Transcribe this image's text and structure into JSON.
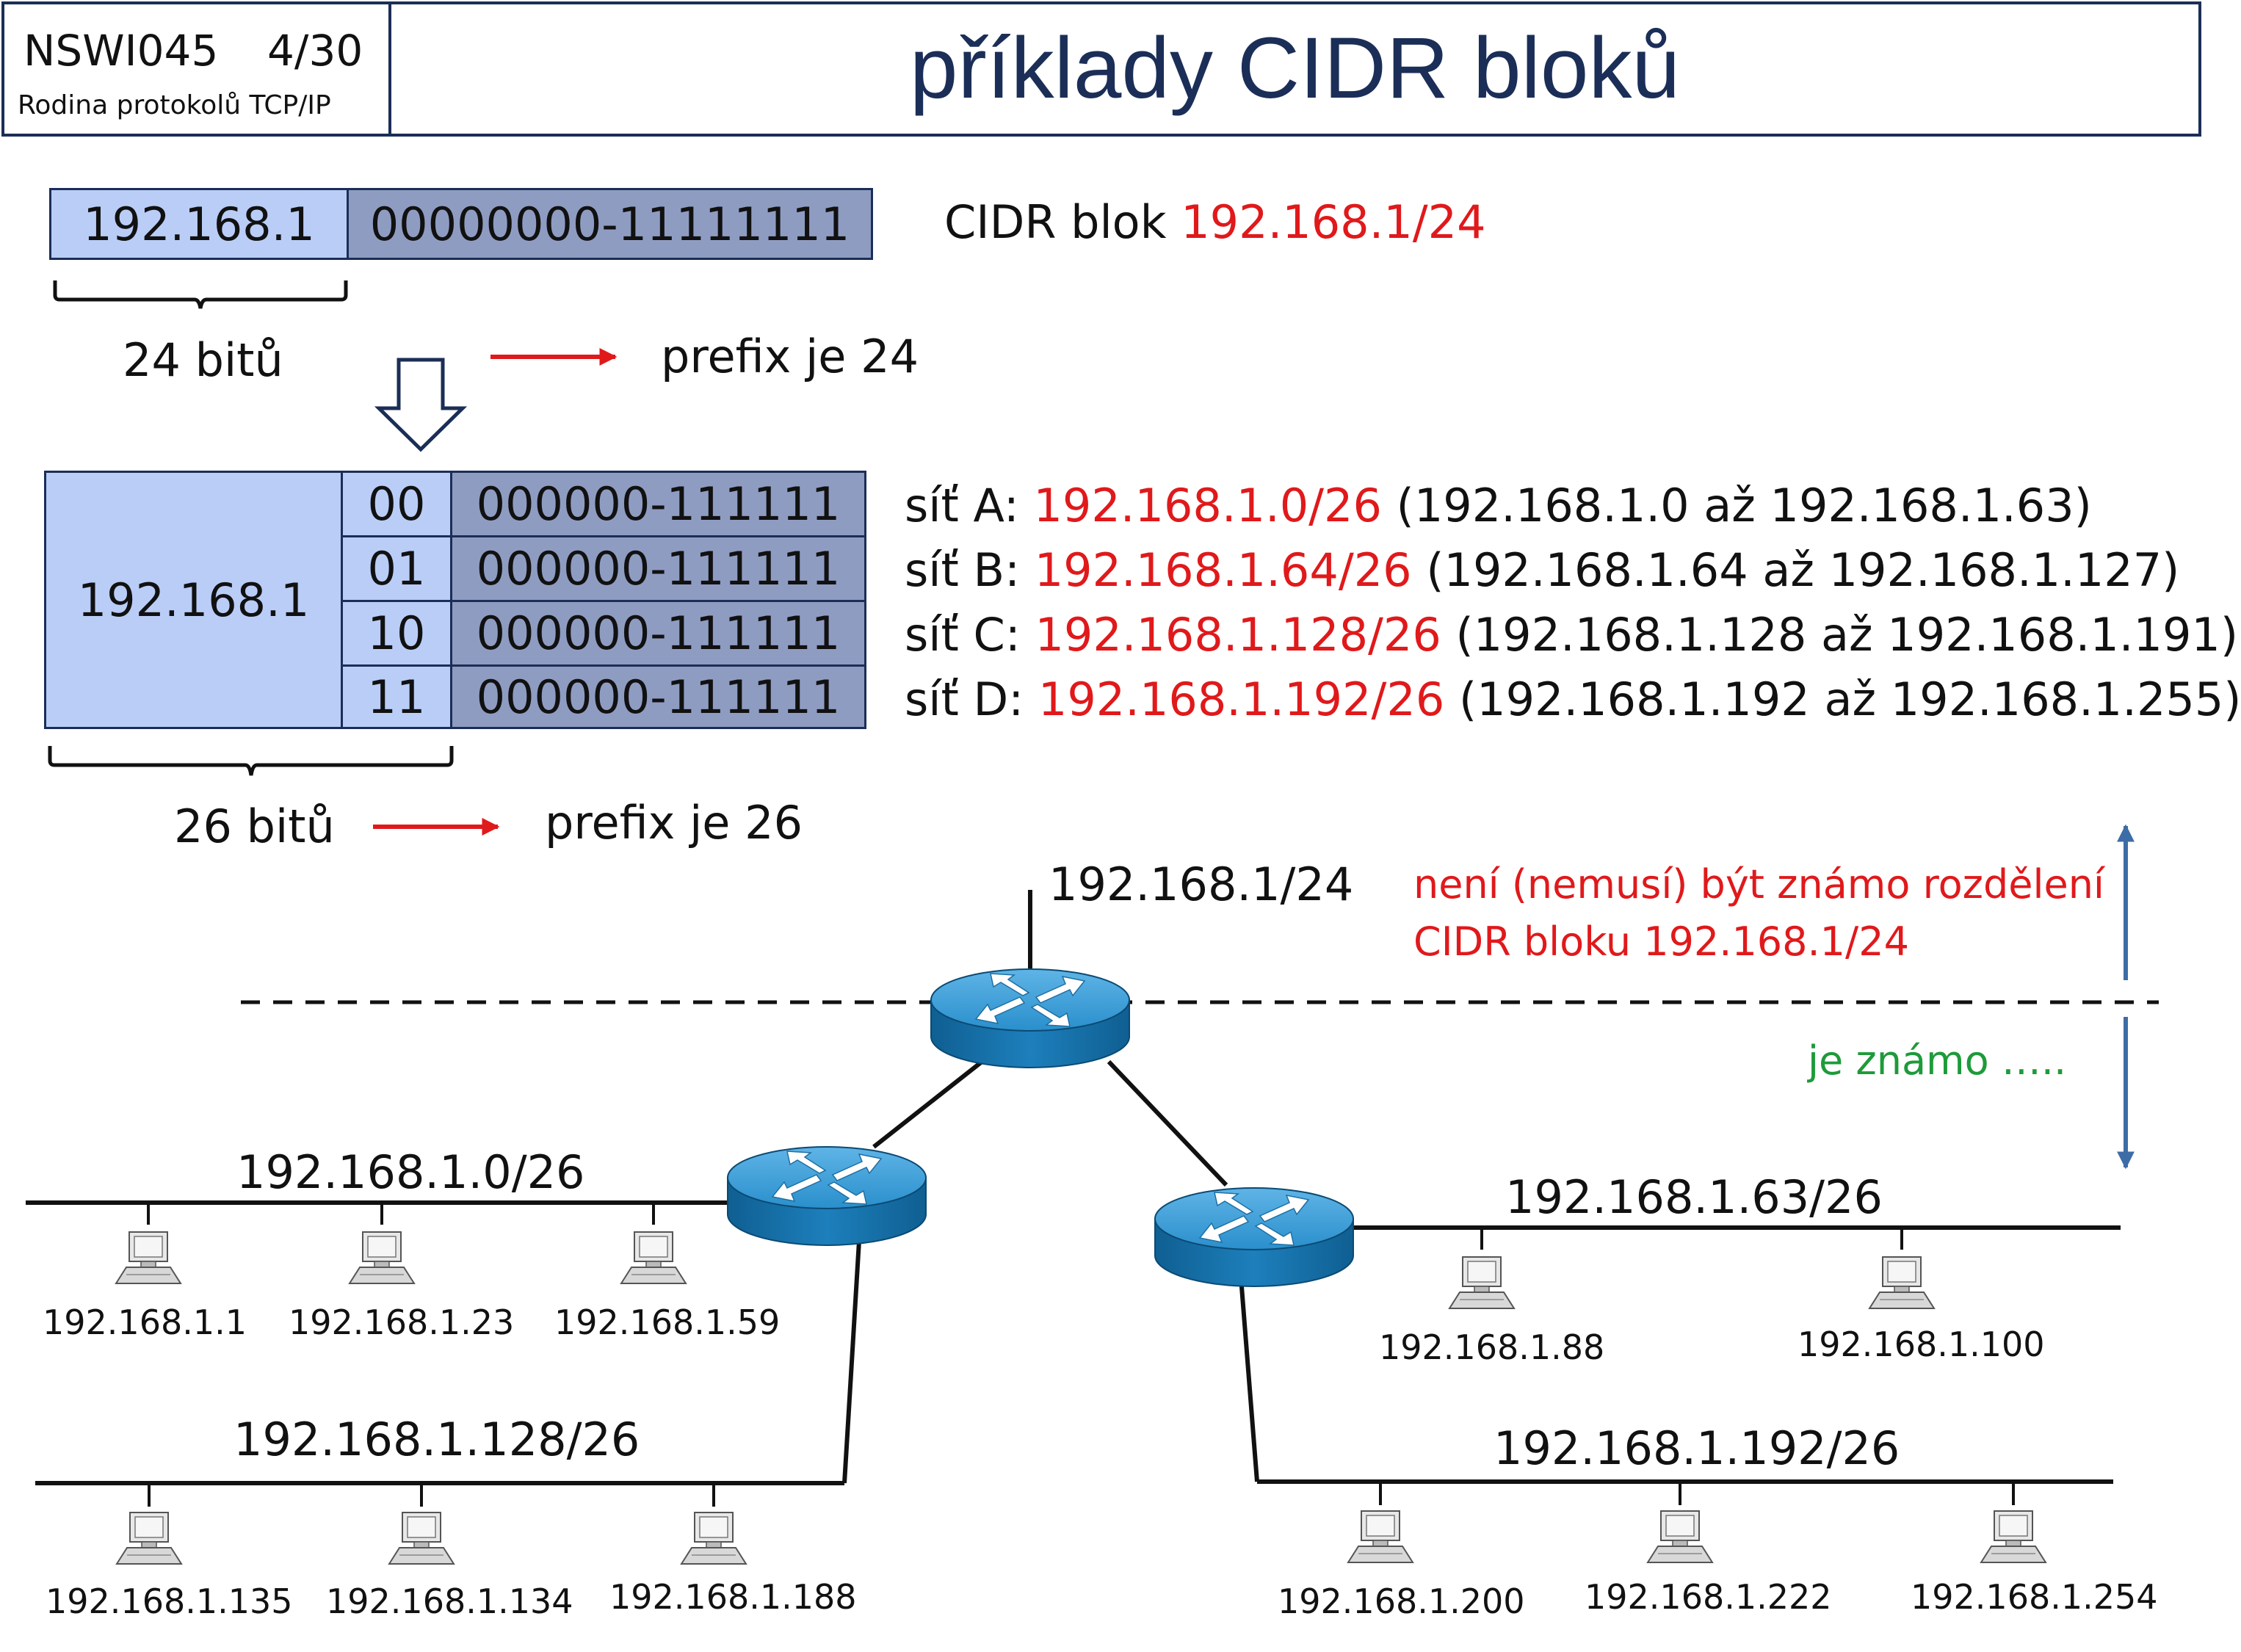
{
  "header": {
    "course": "NSWI045",
    "slide": "4/30",
    "subtitle": "Rodina protokolů TCP/IP",
    "title": "příklady CIDR bloků"
  },
  "block24": {
    "prefix_cell": "192.168.1",
    "host_cell": "00000000-11111111",
    "caption_label": "CIDR blok ",
    "caption_value": "192.168.1/24",
    "bits_label": "24 bitů",
    "prefix_text": "prefix je 24"
  },
  "block26": {
    "prefix_cell": "192.168.1",
    "rows": [
      {
        "bits": "00",
        "hosts": "000000-111111"
      },
      {
        "bits": "01",
        "hosts": "000000-111111"
      },
      {
        "bits": "10",
        "hosts": "000000-111111"
      },
      {
        "bits": "11",
        "hosts": "000000-111111"
      }
    ],
    "bits_label": "26 bitů",
    "prefix_text": "prefix je 26"
  },
  "subnets": [
    {
      "label": "síť A: ",
      "cidr": "192.168.1.0/26",
      "range": " (192.168.1.0 až 192.168.1.63)"
    },
    {
      "label": "síť B: ",
      "cidr": "192.168.1.64/26",
      "range": " (192.168.1.64 až 192.168.1.127)"
    },
    {
      "label": "síť C: ",
      "cidr": "192.168.1.128/26",
      "range": " (192.168.1.128 až 192.168.1.191)"
    },
    {
      "label": "síť D: ",
      "cidr": "192.168.1.192/26",
      "range": " (192.168.1.192 až 192.168.1.255)"
    }
  ],
  "network": {
    "uplink": "192.168.1/24",
    "unknown_note_1": "není (nemusí) být známo rozdělení",
    "unknown_note_2": "CIDR bloku 192.168.1/24",
    "known_note": "je známo …..",
    "segments": {
      "a": "192.168.1.0/26",
      "b": "192.168.1.63/26",
      "c": "192.168.1.128/26",
      "d": "192.168.1.192/26"
    },
    "hosts": {
      "a": [
        "192.168.1.1",
        "192.168.1.23",
        "192.168.1.59"
      ],
      "b": [
        "192.168.1.88",
        "192.168.1.100"
      ],
      "c": [
        "192.168.1.135",
        "192.168.1.134",
        "192.168.1.188"
      ],
      "d": [
        "192.168.1.200",
        "192.168.1.222",
        "192.168.1.254"
      ]
    }
  },
  "colors": {
    "navy": "#1b2e57",
    "light_cell": "#b9cdf7",
    "dark_cell": "#8f9cc2",
    "accent_red": "#e0191b",
    "known_green": "#1e9a3a",
    "router_blue": "#1f7fb8",
    "arrow_blue": "#3d6da6"
  }
}
